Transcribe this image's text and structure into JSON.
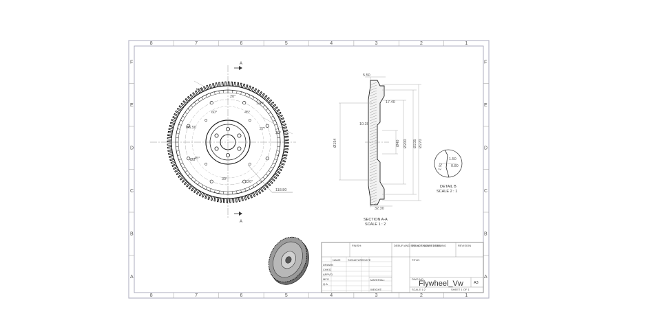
{
  "border": {
    "zones_top": [
      "8",
      "7",
      "6",
      "5",
      "4",
      "3",
      "2",
      "1"
    ],
    "zones_bottom": [
      "8",
      "7",
      "6",
      "5",
      "4",
      "3",
      "2",
      "1"
    ],
    "zones_side": [
      "F",
      "E",
      "D",
      "C",
      "B",
      "A"
    ]
  },
  "front_view": {
    "section_mark": "A",
    "dims": [
      "R20",
      "120°",
      "20°",
      "45°",
      "60°",
      "Ø6.50",
      "30°",
      "120°",
      "30°",
      "45°",
      "27°",
      "118.80",
      "Ø8"
    ]
  },
  "section_view": {
    "dims_top": [
      "5.50",
      "17.40",
      "10.30"
    ],
    "diameters": [
      "Ø154",
      "Ø40",
      "Ø200",
      "Ø235",
      "Ø270"
    ],
    "dim_bottom": "32.30",
    "title": "SECTION A-A",
    "scale": "SCALE 1 : 2"
  },
  "detail_view": {
    "dims": [
      "1.50",
      "1.92",
      "0.80"
    ],
    "title": "DETAIL B",
    "scale": "SCALE 2 : 1"
  },
  "title_block": {
    "drawing_name": "Flywheel_Vw",
    "sheet_size": "A3",
    "row_labels": [
      "NAME",
      "SIGNATURE",
      "DATE",
      "DRAWN",
      "CHK'D",
      "APPV'D",
      "MFG",
      "Q.A"
    ],
    "material_label": "MATERIAL:",
    "weight_label": "WEIGHT:",
    "scale_label": "SCALE:1:2",
    "sheet_label": "SHEET 1 OF 1",
    "dwg_no_label": "DWG NO.",
    "title_label": "TITLE:",
    "rev_label": "REVISION",
    "finish_label": "FINISH:",
    "deburr_label": "DEBUR AND BREAK SHARP EDGES",
    "do_not_scale": "DO NOT SCALE DRAWING"
  }
}
